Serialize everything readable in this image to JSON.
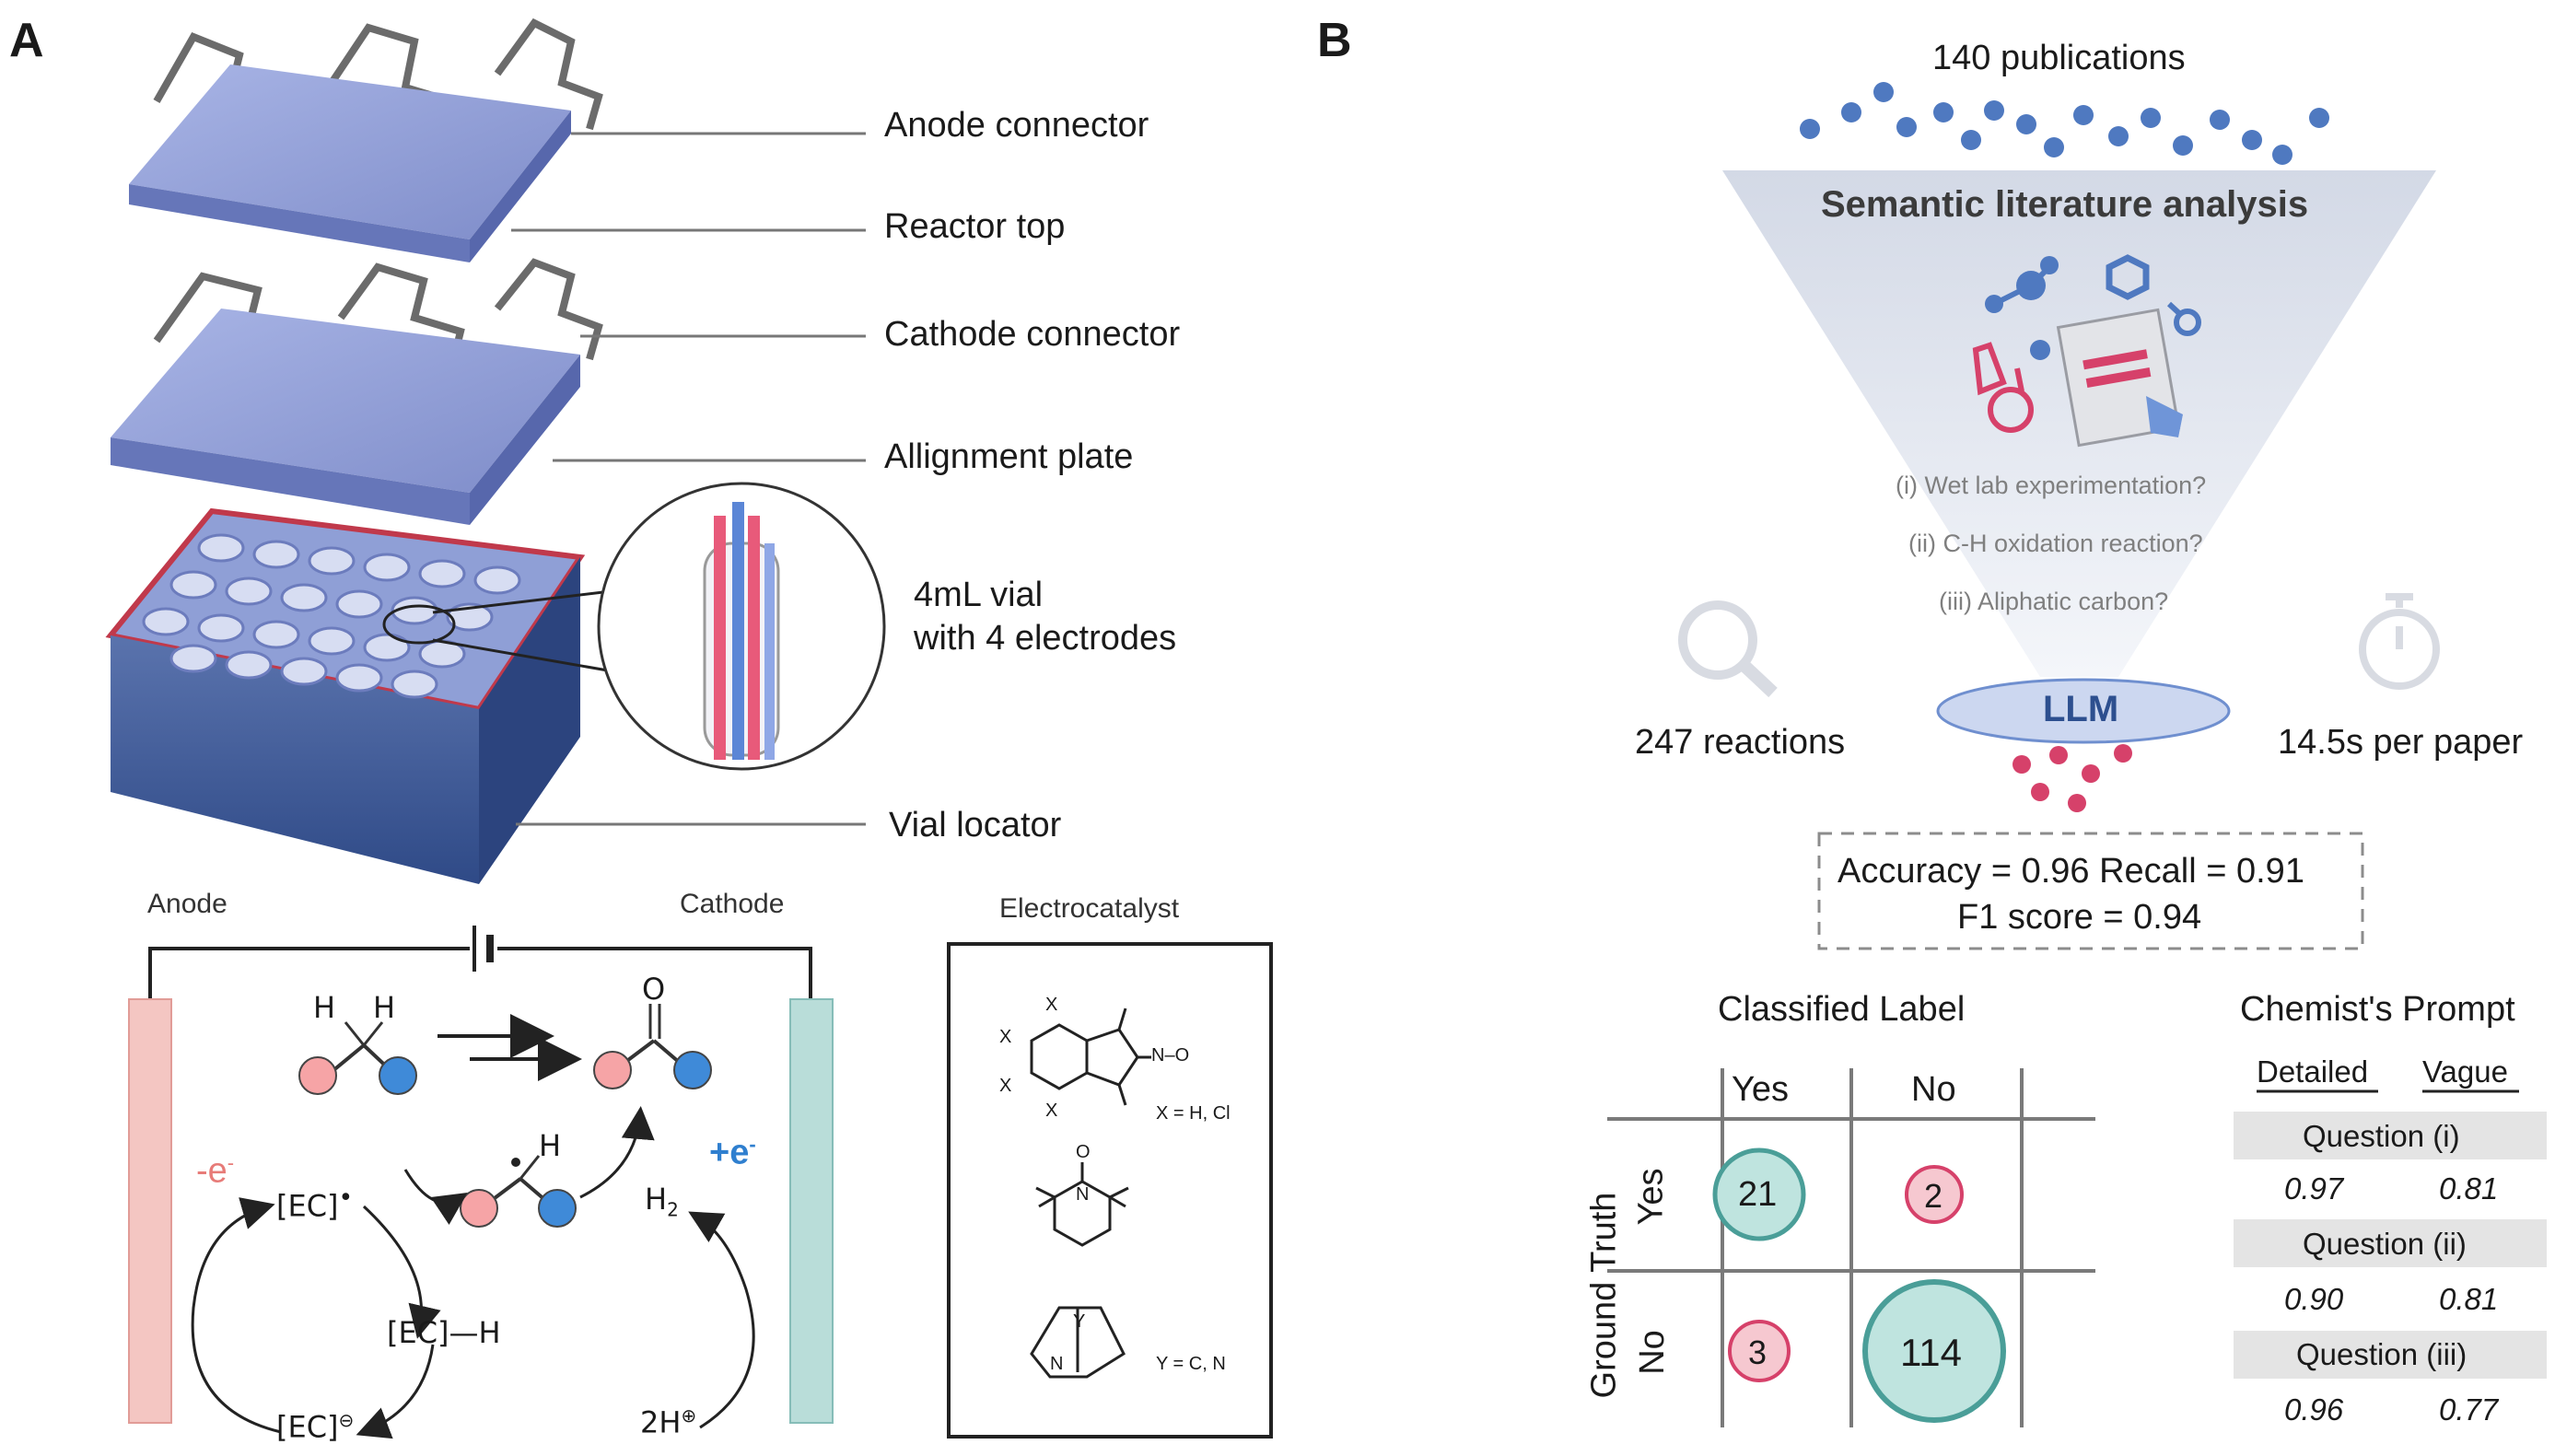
{
  "panel_a": {
    "letter": "A",
    "labels": {
      "anode_connector": "Anode connector",
      "reactor_top": "Reactor top",
      "cathode_connector": "Cathode connector",
      "alignment_plate": "Allignment plate",
      "vial_line1": "4mL vial",
      "vial_line2": "with 4 electrodes",
      "vial_locator": "Vial locator"
    },
    "scheme": {
      "anode": "Anode",
      "cathode": "Cathode",
      "electrocatalyst": "Electrocatalyst",
      "minus_e": "-e",
      "minus_e_sup": "-",
      "plus_e": "+e",
      "plus_e_sup": "-",
      "ec_radical": "[EC]",
      "ec_h": "[EC]—H",
      "ec_anion": "[EC]",
      "h2": "H",
      "h2_sub": "2",
      "two_h_plus": "2H",
      "h_left": "H",
      "h_right": "H",
      "o_label": "O",
      "h_radical": "H",
      "catalyst_x_label": "X = H, Cl",
      "catalyst_y_label": "Y = C, N",
      "x": "X",
      "n_o": "N–O",
      "n": "N",
      "o_minus": "O",
      "y": "Y"
    },
    "colors": {
      "anode": "#f4c6c2",
      "cathode": "#b9ddd9",
      "plate": "#8d9bd3",
      "rim": "#c0394b"
    }
  },
  "panel_b": {
    "letter": "B",
    "publications": "140 publications",
    "funnel_title": "Semantic literature analysis",
    "questions": [
      "(i) Wet lab experimentation?",
      "(ii) C-H oxidation reaction?",
      "(iii) Aliphatic carbon?"
    ],
    "llm": "LLM",
    "reactions": "247 reactions",
    "per_paper": "14.5s per paper",
    "metrics_line1": "Accuracy = 0.96 Recall = 0.91",
    "metrics_line2": "F1 score = 0.94",
    "confusion": {
      "title": "Classified Label",
      "ground_truth": "Ground Truth",
      "col_yes": "Yes",
      "col_no": "No",
      "row_yes": "Yes",
      "row_no": "No",
      "tp": "21",
      "fn": "2",
      "fp": "3",
      "tn": "114"
    },
    "prompt_table": {
      "title": "Chemist's Prompt",
      "col_detailed": "Detailed",
      "col_vague": "Vague",
      "rows": [
        {
          "question": "Question (i)",
          "detailed": "0.97",
          "vague": "0.81"
        },
        {
          "question": "Question (ii)",
          "detailed": "0.90",
          "vague": "0.81"
        },
        {
          "question": "Question (iii)",
          "detailed": "0.96",
          "vague": "0.77"
        }
      ]
    },
    "colors": {
      "blue_dot": "#4f79c0",
      "pink_dot": "#d6416a",
      "teal": "#4a9e98",
      "teal_fill": "#bfe4df",
      "pink_fill": "#f6c8d0"
    }
  }
}
